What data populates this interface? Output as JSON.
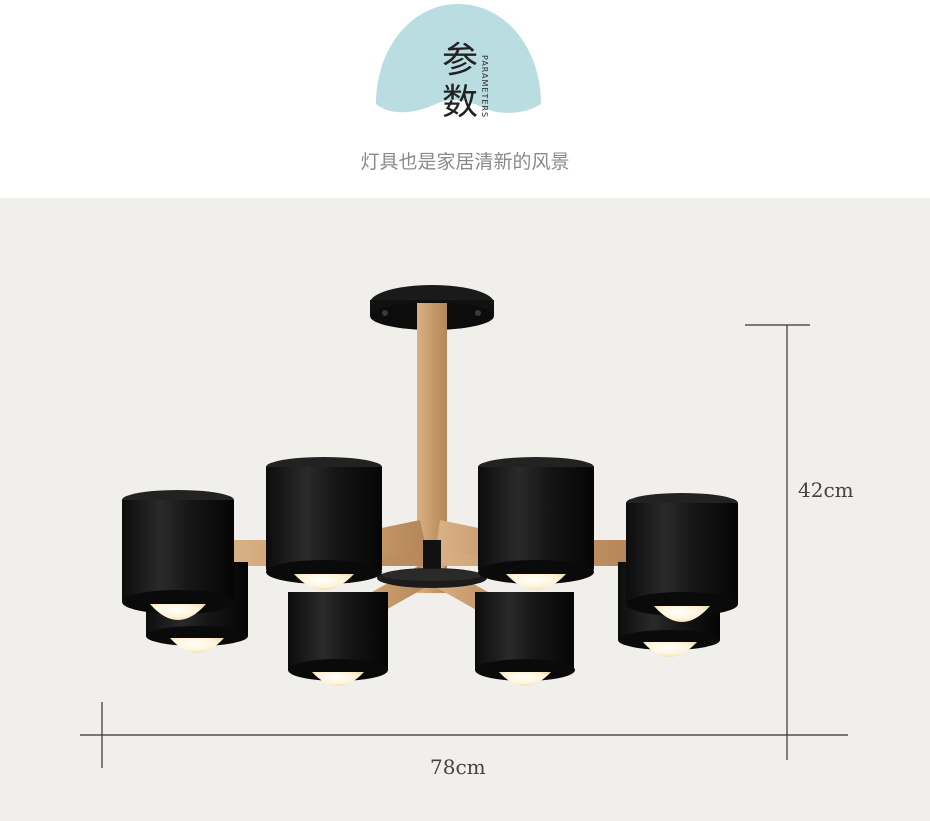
{
  "header": {
    "title": "参数",
    "title_line1": "参",
    "title_line2": "数",
    "title_en": "PARAMETERS",
    "subtitle": "灯具也是家居清新的风景"
  },
  "product": {
    "height_label": "42cm",
    "width_label": "78cm"
  },
  "colors": {
    "badge": "#b9dde0",
    "wood": "#caa075",
    "shade": "#141414",
    "bulb": "#fff3d6",
    "background": "#f1efec"
  }
}
